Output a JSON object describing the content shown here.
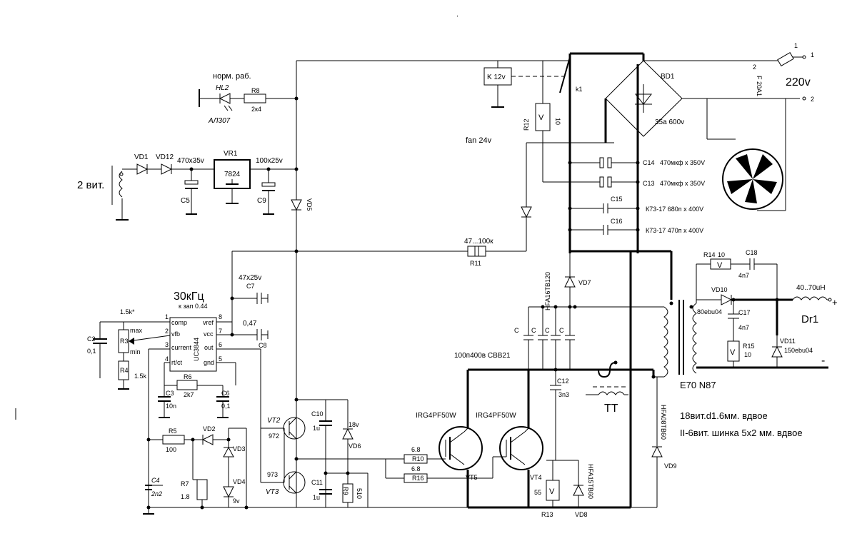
{
  "labels": {
    "HL2": "HL2",
    "norm": "норм. раб.",
    "al307": "АЛ307",
    "R8": "R8",
    "R8v": "2к4",
    "VD1": "VD1",
    "VD12": "VD12",
    "c470x35": "470х35v",
    "VR1": "VR1",
    "v7824": "7824",
    "c100x25": "100х25v",
    "C5": "C5",
    "C9": "C9",
    "VD5": "VD5",
    "twoVit": "2 вит.",
    "K12v": "K 12v",
    "k1": "k1",
    "R12": "R12",
    "R12v": "10",
    "BD1": "BD1",
    "BD1v": "35а 600v",
    "v220": "220v",
    "F": "F 20A1",
    "fan": "fan 24v",
    "C14": "C14",
    "C14v": "470мкф х 350V",
    "C13": "C13",
    "C13v": "470мкф х 350V",
    "C15": "C15",
    "C15v": "К73-17 680п х 400V",
    "C16": "C16",
    "C16v": "К73-17 470п х 400V",
    "R11v": "47...100к",
    "R11": "R11",
    "c47x25": "47х25v",
    "C7": "C7",
    "c047": "0,47",
    "C8": "C8",
    "freq": "30кГц",
    "kzap": "к зап 0.44",
    "uc": "UC3844",
    "p1": "1",
    "p2": "2",
    "p3": "3",
    "p4": "4",
    "p5": "5",
    "p6": "6",
    "p7": "7",
    "p8": "8",
    "comp": "comp",
    "vfb": "vfb",
    "current": "current",
    "rtct": "rt/ct",
    "vref": "vref",
    "vcc": "vcc",
    "out": "out",
    "gnd": "gnd",
    "r15k": "1.5k*",
    "R3": "R3",
    "max": "max",
    "min": "min",
    "C2": "C2",
    "C2v": "0,1",
    "R4": "R4",
    "R4v": "1.5k",
    "R6": "R6",
    "R6v": "2k7",
    "C3": "C3",
    "C3v": "10n",
    "C6": "C6",
    "C6v": "0,1",
    "R5": "R5",
    "R5v": "100",
    "VD2": "VD2",
    "VD3": "VD3",
    "VD4": "VD4",
    "VD4v": "9v",
    "R7": "R7",
    "R7v": "1.8",
    "C4": "C4",
    "C4v": "2n2",
    "VT2": "VT2",
    "VT2v": "972",
    "VT3": "VT3",
    "VT3v": "973",
    "C10": "C10",
    "C10v": "1u",
    "C11": "C11",
    "C11v": "1u",
    "v18": "18v",
    "VD6": "VD6",
    "R9": "R9",
    "R9v": "510",
    "R10": "R10",
    "R10v": "6.8",
    "R16": "R16",
    "R16v": "6.8",
    "irg1": "IRG4PF50W",
    "irg2": "IRG4PF50W",
    "VT5": "VT5",
    "VT4": "VT4",
    "hfa16": "HFA16TB120",
    "VD7": "VD7",
    "Clab1": "C",
    "Clab2": "C",
    "Clab3": "C",
    "Clab4": "C",
    "cbb": "100п400в CBB21",
    "C12": "C12",
    "C12v": "3n3",
    "TT": "TT",
    "hfa15": "HFA15TB60",
    "VD8": "VD8",
    "r55": "55",
    "R13": "R13",
    "R14": "R14",
    "R14v": "10",
    "C18": "C18",
    "C18v": "4n7",
    "VD10": "VD10",
    "VD10v": "80ebu04",
    "C17": "C17",
    "C17v": "4n7",
    "R15": "R15",
    "R15v": "10",
    "VD11": "VD11",
    "VD11v": "150ebu04",
    "dr": "40..70uH",
    "Dr1": "Dr1",
    "plus": "+",
    "minus": "-",
    "e70": "E70 N87",
    "hfa08": "HFA08TB60",
    "VD9": "VD9",
    "note1": "18вит.d1.6мм. вдвое",
    "note2": "II-6вит. шинка 5х2 мм. вдвое",
    "pin1": "1",
    "pin2": "2",
    "pin1b": "1",
    "pin2b": "2",
    "vLetter": "V"
  }
}
